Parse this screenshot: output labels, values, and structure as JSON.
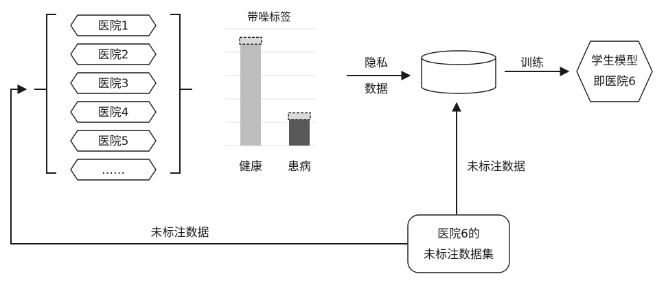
{
  "hospitals": [
    "医院1",
    "医院2",
    "医院3",
    "医院4",
    "医院5",
    "……"
  ],
  "chart": {
    "title": "带噪标签",
    "categories": [
      "健康",
      "患病"
    ],
    "colors": [
      "#bdbdbd",
      "#595959"
    ]
  },
  "chart_data": {
    "type": "bar",
    "title": "带噪标签",
    "categories": [
      "健康",
      "患病"
    ],
    "values": [
      5.8,
      1.6
    ],
    "ylim": [
      0,
      6.5
    ],
    "grid": true,
    "noise_box_on_bars": true
  },
  "flow": {
    "private_data_line1": "隐私",
    "private_data_line2": "数据",
    "train_label": "训练",
    "student_line1": "学生模型",
    "student_line2": "即医院6",
    "unlabeled_up": "未标注数据",
    "unlabeled_left": "未标注数据",
    "dataset_line1": "医院6的",
    "dataset_line2": "未标注数据集"
  }
}
